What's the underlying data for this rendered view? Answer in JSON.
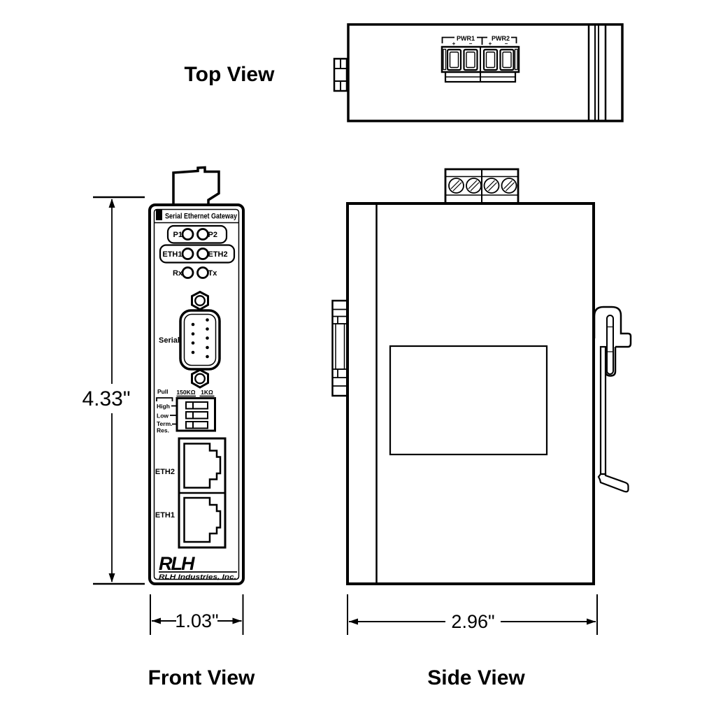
{
  "page": {
    "background": "#ffffff",
    "line_color": "#000000"
  },
  "top_view": {
    "title": "Top View",
    "pwr1_label": "PWR1",
    "pwr2_label": "PWR2",
    "plus": "+",
    "minus": "−"
  },
  "front_view": {
    "title": "Front View",
    "header": "Serial Ethernet Gateway",
    "led_p1": "P1",
    "led_p2": "P2",
    "led_eth1": "ETH1",
    "led_eth2": "ETH2",
    "led_rx": "Rx",
    "led_tx": "Tx",
    "serial_label": "Serial",
    "dip_pull": "Pull",
    "dip_high": "High",
    "dip_low": "Low",
    "dip_term": "Term.",
    "dip_res": "Res.",
    "dip_col_150k": "150KΩ",
    "dip_col_1k": "1KΩ",
    "port_eth2": "ETH2",
    "port_eth1": "ETH1",
    "logo_text": "RLH",
    "company": "RLH Industries, Inc."
  },
  "side_view": {
    "title": "Side View"
  },
  "dimensions": {
    "height": "4.33\"",
    "width": "1.03\"",
    "depth": "2.96\""
  }
}
